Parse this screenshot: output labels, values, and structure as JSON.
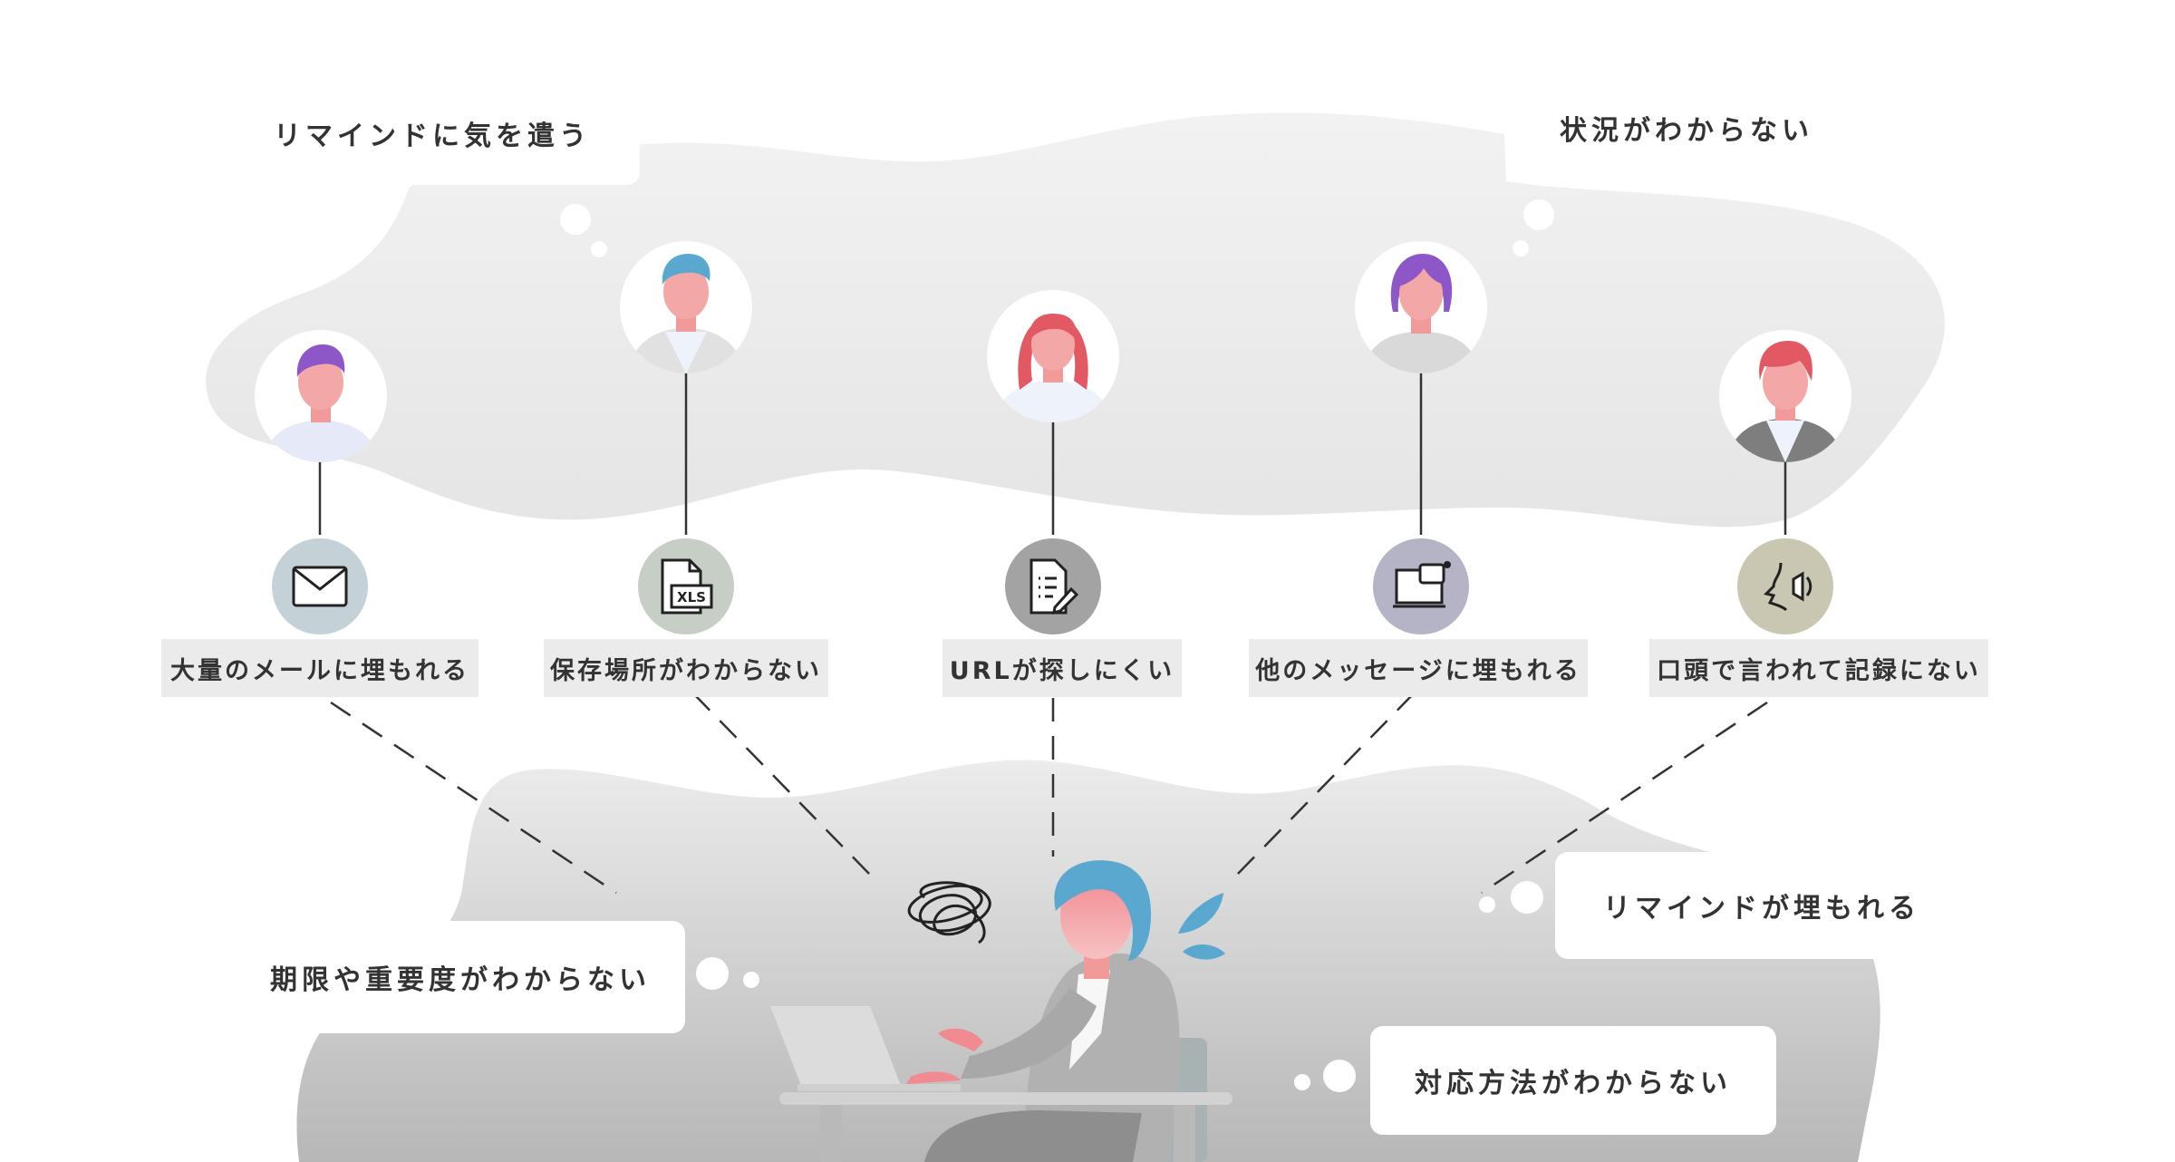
{
  "bubbles": {
    "top_left": "リマインドに気を遣う",
    "top_right": "状況がわからない",
    "bottom_left": "期限や重要度がわからない",
    "mid_right": "リマインドが埋もれる",
    "bottom_right": "対応方法がわからない"
  },
  "channels": [
    {
      "label": "大量のメールに埋もれる",
      "icon": "envelope-icon",
      "color": "#c4d2d8"
    },
    {
      "label": "保存場所がわからない",
      "icon": "xls-file-icon",
      "file_tag": "XLS",
      "color": "#c6cec5"
    },
    {
      "label": "URLが探しにくい",
      "icon": "document-pen-icon",
      "color": "#a3a3a3"
    },
    {
      "label": "他のメッセージに埋もれる",
      "icon": "chat-window-icon",
      "color": "#b4b4c6"
    },
    {
      "label": "口頭で言われて記録にない",
      "icon": "speaking-face-icon",
      "color": "#c9c6b2"
    }
  ],
  "colors": {
    "hair_purple": "#8d57c7",
    "hair_blue": "#5aa8cf",
    "hair_red": "#e25964",
    "skin": "#f29a9a",
    "sweat": "#5aa8cf"
  }
}
